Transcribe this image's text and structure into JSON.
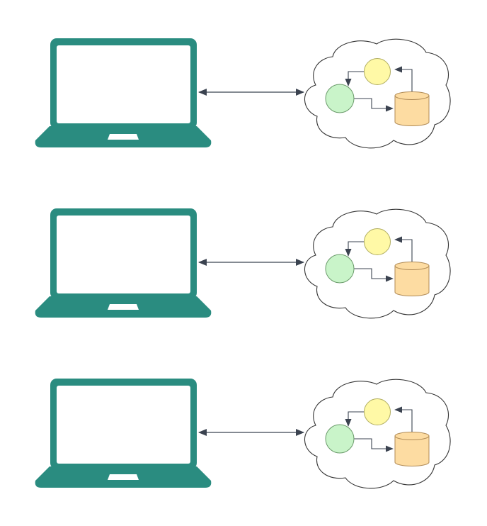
{
  "diagram": {
    "rows": [
      {
        "laptop": "laptop-icon",
        "connection": "bidirectional-arrow",
        "cloud": "cloud-icon"
      },
      {
        "laptop": "laptop-icon",
        "connection": "bidirectional-arrow",
        "cloud": "cloud-icon"
      },
      {
        "laptop": "laptop-icon",
        "connection": "bidirectional-arrow",
        "cloud": "cloud-icon"
      }
    ],
    "colors": {
      "laptop": "#2a8c80",
      "screen": "#ffffff",
      "cloud_fill": "#ffffff",
      "cloud_stroke": "#333333",
      "node_yellow": "#fff9a6",
      "node_yellow_stroke": "#b0ad60",
      "node_green": "#c9f4c9",
      "node_green_stroke": "#6a9a6a",
      "database_fill": "#fddca2",
      "database_stroke": "#b08a55",
      "connector": "#3b4350"
    }
  }
}
